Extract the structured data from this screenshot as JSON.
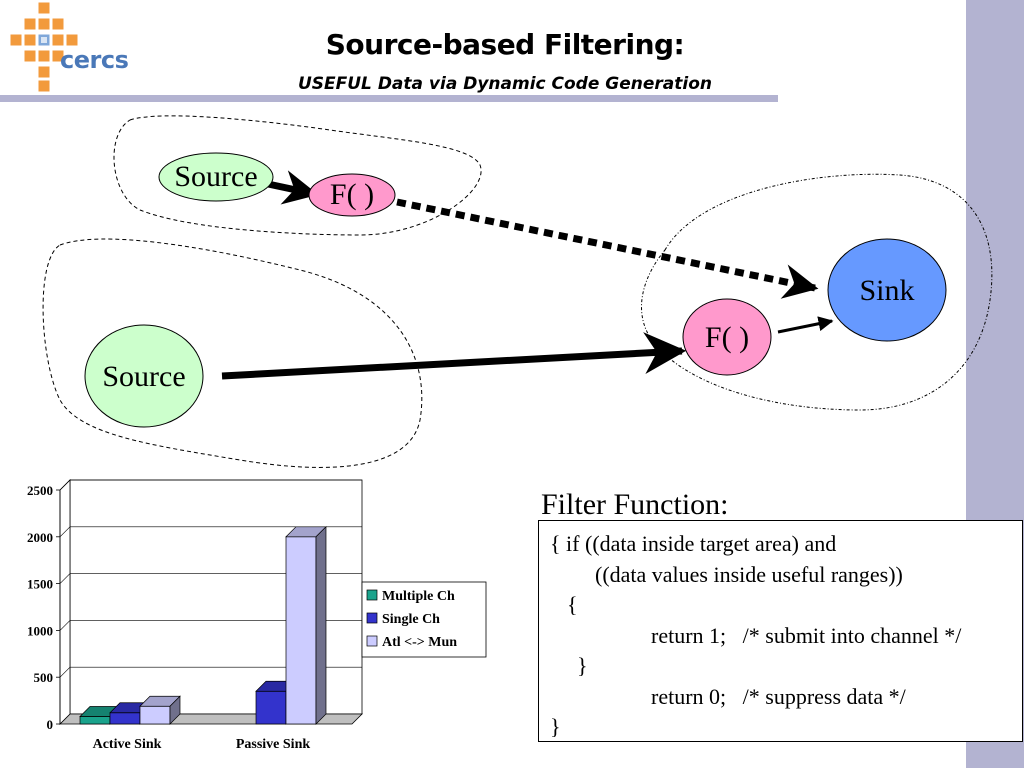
{
  "header": {
    "title": "Source-based Filtering:",
    "subtitle": "USEFUL Data via Dynamic Code Generation",
    "logo_text": "cercs"
  },
  "diagram": {
    "source_top_label": "Source",
    "filter_top_label": "F( )",
    "source_bottom_label": "Source",
    "filter_right_label": "F( )",
    "sink_label": "Sink",
    "colors": {
      "source": "#ccffcc",
      "filter": "#ff99cc",
      "sink": "#6699ff"
    }
  },
  "chart_data": {
    "type": "bar",
    "categories": [
      "Active Sink",
      "Passive Sink"
    ],
    "series": [
      {
        "name": "Multiple Ch",
        "values": [
          80,
          0
        ],
        "color": "#1aa38c"
      },
      {
        "name": "Single Ch",
        "values": [
          120,
          350
        ],
        "color": "#3333cc"
      },
      {
        "name": "Atl <-> Mun",
        "values": [
          190,
          2000
        ],
        "color": "#ccccff"
      }
    ],
    "ylim": [
      0,
      2500
    ],
    "yticks": [
      "2500",
      "2000",
      "1500",
      "1000",
      "500",
      "0"
    ],
    "grid": true,
    "legend": "right"
  },
  "code": {
    "heading": "Filter Function:",
    "lines": [
      "{ if ((data inside target area) and",
      "((data values inside useful ranges))",
      "{",
      "return 1;   /* submit into channel */",
      "}",
      "return 0;   /* suppress data */",
      "}"
    ]
  }
}
